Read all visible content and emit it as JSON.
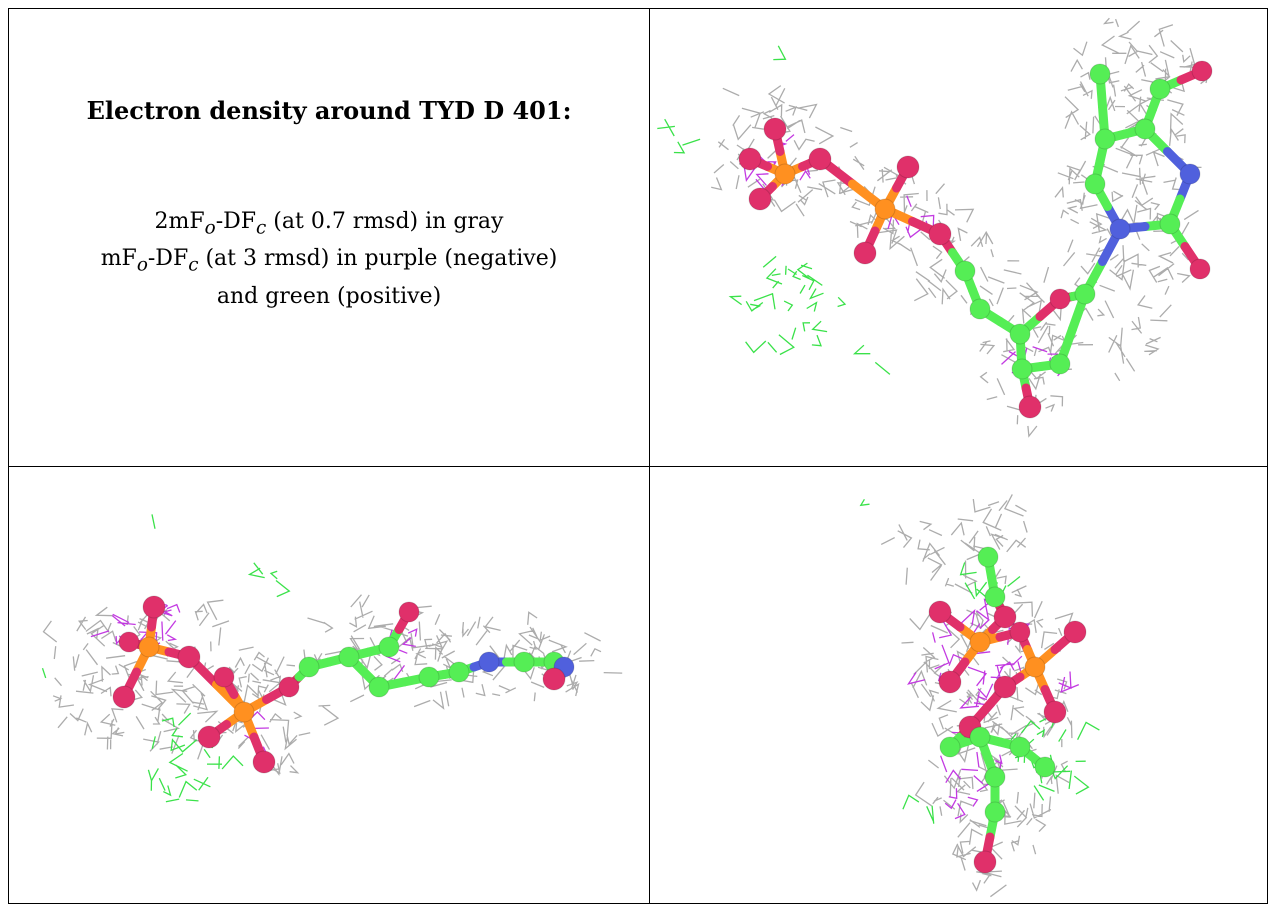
{
  "panel_caption": {
    "title": "Electron density around TYD D 401:",
    "line1": {
      "prefix": "2mF",
      "sub1": "o",
      "mid": "-DF",
      "sub2": "c",
      "suffix": " (at 0.7 rmsd) in gray"
    },
    "line2": {
      "prefix": "mF",
      "sub1": "o",
      "mid": "-DF",
      "sub2": "c",
      "suffix": " (at 3 rmsd) in purple (negative)"
    },
    "line3": "and green (positive)"
  },
  "colors": {
    "mesh_2fofc": "#a8a8a8",
    "mesh_negative": "#c030e0",
    "mesh_positive": "#30e040",
    "carbon": "#55ee55",
    "oxygen": "#e0306a",
    "phosphorus": "#ff9020",
    "nitrogen": "#5060dd"
  },
  "views": [
    {
      "name": "view-top-right",
      "icon": "ligand-density-view-1"
    },
    {
      "name": "view-bottom-left",
      "icon": "ligand-density-view-2"
    },
    {
      "name": "view-bottom-right",
      "icon": "ligand-density-view-3"
    }
  ]
}
